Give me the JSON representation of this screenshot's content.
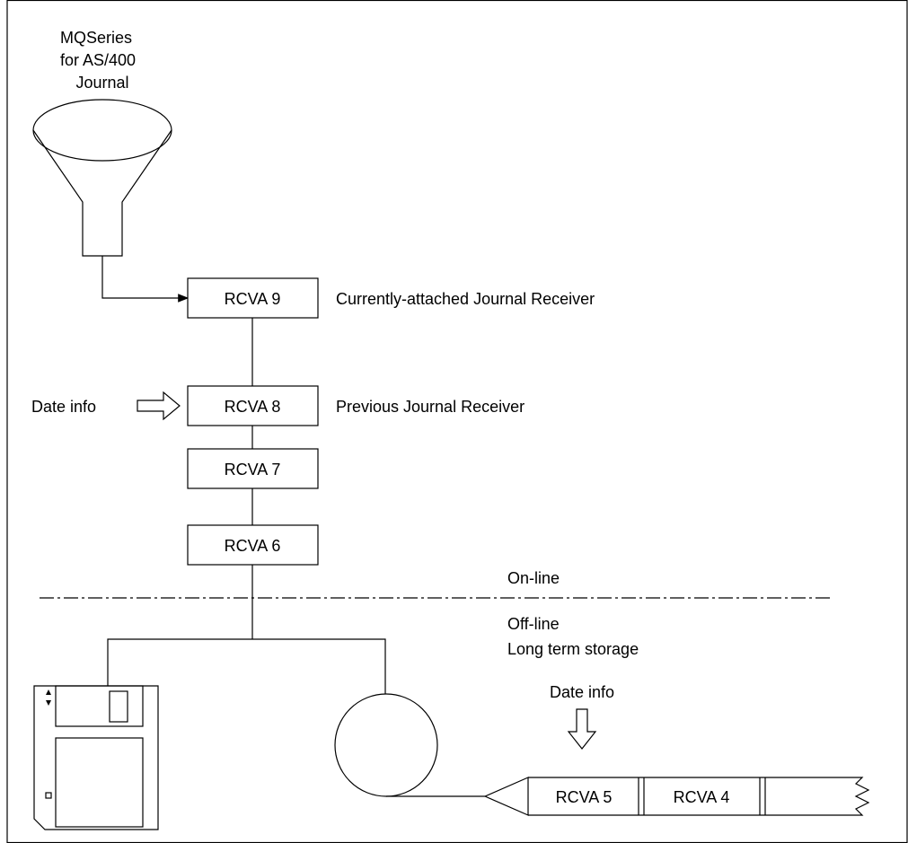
{
  "journal": {
    "label_lines": [
      "MQSeries",
      "for AS/400",
      "Journal"
    ]
  },
  "receivers": {
    "current": {
      "name": "RCVA 9",
      "description": "Currently-attached Journal Receiver"
    },
    "previous": {
      "name": "RCVA 8",
      "description": "Previous Journal Receiver"
    },
    "older": [
      {
        "name": "RCVA 7"
      },
      {
        "name": "RCVA 6"
      }
    ]
  },
  "date_info_left": "Date info",
  "storage": {
    "online_label": "On-line",
    "offline_label": "Off-line",
    "long_term_label": "Long term storage"
  },
  "tape": {
    "date_info": "Date info",
    "segments": [
      {
        "name": "RCVA 5"
      },
      {
        "name": "RCVA 4"
      }
    ]
  },
  "colors": {
    "line": "#000000",
    "background": "#ffffff"
  },
  "icons": [
    "funnel-icon",
    "hollow-right-arrow-icon",
    "floppy-disk-icon",
    "tape-reel-icon",
    "hollow-down-arrow-icon"
  ]
}
